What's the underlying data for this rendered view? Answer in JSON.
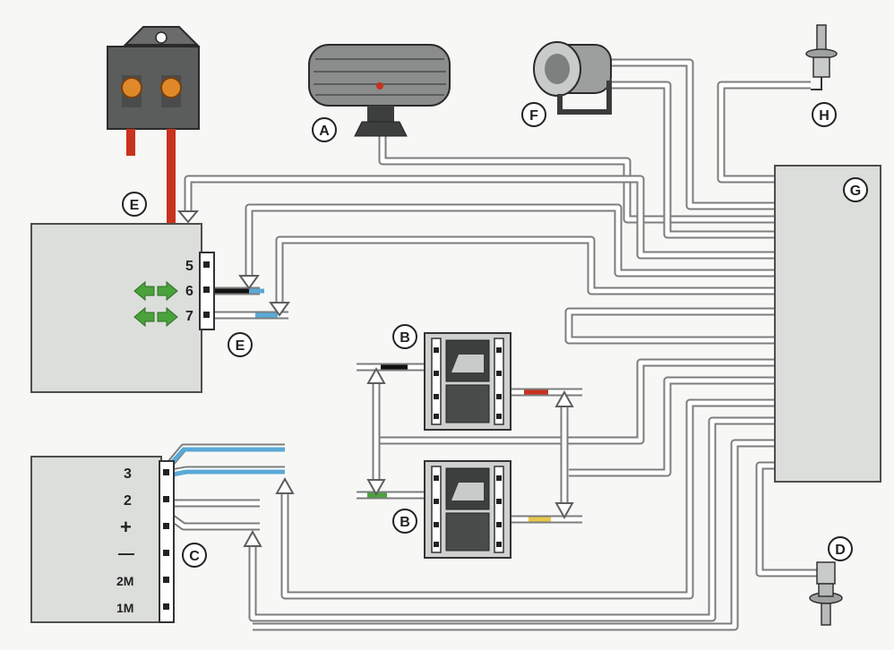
{
  "callouts": {
    "a": "A",
    "b1": "B",
    "b2": "B",
    "c": "C",
    "d": "D",
    "e1": "E",
    "e2": "E",
    "f": "F",
    "g": "G",
    "h": "H"
  },
  "pins_e": [
    "5",
    "6",
    "7"
  ],
  "pins_c": [
    "3",
    "2",
    "+",
    "—",
    "2M",
    "1M"
  ],
  "colors": {
    "wire_gray": "#7b7e7d",
    "module_fill": "#dcdedb",
    "power_red": "#c8321e",
    "terminal_orange": "#e0892a",
    "indicator_green": "#4aa33a",
    "wire_blue": "#5aa9d6",
    "wire_yellow": "#e6c74a"
  },
  "icons": [
    "relay-icon",
    "siren-icon",
    "sensor-icon",
    "switch-icon",
    "arrow-icon"
  ]
}
